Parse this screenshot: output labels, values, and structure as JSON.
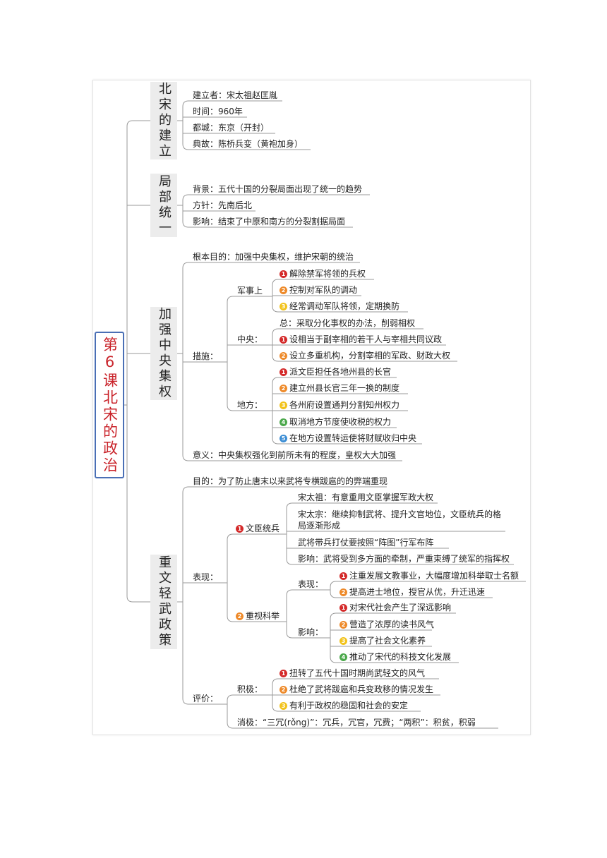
{
  "root_title": "第6课北宋的政治",
  "sections": {
    "s1": {
      "title": "北宋的建立",
      "items": [
        "建立者：宋太祖赵匡胤",
        "时间：960年",
        "都城：东京（开封）",
        "典故：陈桥兵变（黄袍加身）"
      ]
    },
    "s2": {
      "title": "局部统一",
      "items": [
        "背景：五代十国的分裂局面出现了统一的趋势",
        "方针：先南后北",
        "影响：结束了中原和南方的分裂割据局面"
      ]
    },
    "s3": {
      "title": "加强中央集权",
      "goal": "根本目的：加强中央集权，维护宋朝的统治",
      "measures_label": "措施：",
      "military": {
        "label": "军事上",
        "items": [
          "解除禁军将领的兵权",
          "控制对军队的调动",
          "经常调动军队将领，定期换防"
        ]
      },
      "central": {
        "label": "中央：",
        "summary": "总：采取分化事权的办法，削弱相权",
        "items": [
          "设相当于副宰相的若干人与宰相共同议政",
          "设立多重机构，分割宰相的军政、财政大权"
        ]
      },
      "local": {
        "label": "地方：",
        "items": [
          "派文臣担任各地州县的长官",
          "建立州县长官三年一换的制度",
          "各州府设置通判分割知州权力",
          "取消地方节度使收税的权力",
          "在地方设置转运使将财赋收归中央"
        ]
      },
      "significance": "意义：中央集权强化到前所未有的程度，皇权大大加强"
    },
    "s4": {
      "title": "重文轻武政策",
      "goal": "目的：为了防止唐末以来武将专横跋扈的的弊端重现",
      "manifest_label": "表现：",
      "civil": {
        "label": "文臣统兵",
        "items": [
          "宋太祖：有意重用文臣掌握军政大权",
          "宋太宗：继续抑制武将、提升文官地位，文臣统兵的格局逐渐形成",
          "武将带兵打仗要按照“阵图”行军布阵",
          "影响：武将受到多方面的牵制，严重束缚了统军的指挥权"
        ]
      },
      "exam": {
        "label": "重视科举",
        "perf_label": "表现：",
        "perf_items": [
          "注重发展文教事业，大幅度增加科举取士名额",
          "提高进士地位，授官从优，升迁迅速"
        ],
        "impact_label": "影响：",
        "impact_items": [
          "对宋代社会产生了深远影响",
          "营造了浓厚的读书风气",
          "提高了社会文化素养",
          "推动了宋代的科技文化发展"
        ]
      },
      "eval_label": "评价：",
      "positive": {
        "label": "积极：",
        "items": [
          "扭转了五代十国时期尚武轻文的风气",
          "杜绝了武将跋扈和兵变政移的情况发生",
          "有利于政权的稳固和社会的安定"
        ]
      },
      "negative": "消极：“三冗(rǒng)”：冗兵，冗官，冗费；“两积”：积贫，积弱"
    }
  },
  "badges": [
    "1",
    "2",
    "3",
    "4",
    "5"
  ],
  "colors": {
    "root_border": "#4a6fb5",
    "root_text": "#c9232a",
    "category_bg": "#ececec",
    "line": "#9a9a9a",
    "badge_1": "#d42a2a",
    "badge_2": "#ee8a2a",
    "badge_3": "#f2c31c",
    "badge_4": "#4ba84b",
    "badge_5": "#3b8dd4"
  }
}
